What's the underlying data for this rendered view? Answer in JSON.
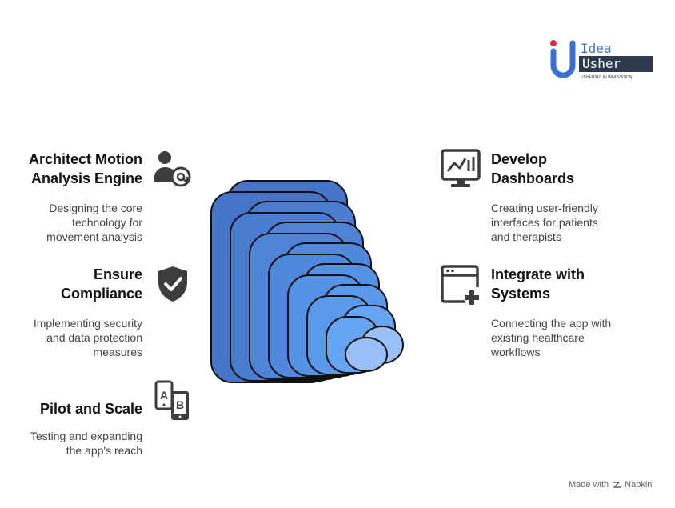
{
  "logo": {
    "line1": "Idea",
    "line2": "Usher",
    "tagline": "USHERING IN INNOVATION"
  },
  "steps": [
    {
      "title": "Architect Motion\nAnalysis Engine",
      "desc": "Designing the core\ntechnology for\nmovement analysis",
      "icon": "user-at-icon"
    },
    {
      "title": "Ensure\nCompliance",
      "desc": "Implementing security\nand data protection\nmeasures",
      "icon": "shield-check-icon"
    },
    {
      "title": "Pilot and Scale",
      "desc": "Testing and expanding\nthe app's reach",
      "icon": "ab-test-phones-icon"
    },
    {
      "title": "Develop\nDashboards",
      "desc": "Creating user-friendly\ninterfaces for patients\nand therapists",
      "icon": "monitor-chart-icon"
    },
    {
      "title": "Integrate with\nSystems",
      "desc": "Connecting the app with\nexisting healthcare\nworkflows",
      "icon": "window-add-icon"
    }
  ],
  "footer": {
    "made_with": "Made with",
    "brand": "Napkin"
  },
  "colors": {
    "layers": [
      "#4574c9",
      "#4a7ccf",
      "#4e83d6",
      "#5089dc",
      "#5591e4",
      "#5a98ea",
      "#66a3f0",
      "#99c0f8"
    ]
  }
}
